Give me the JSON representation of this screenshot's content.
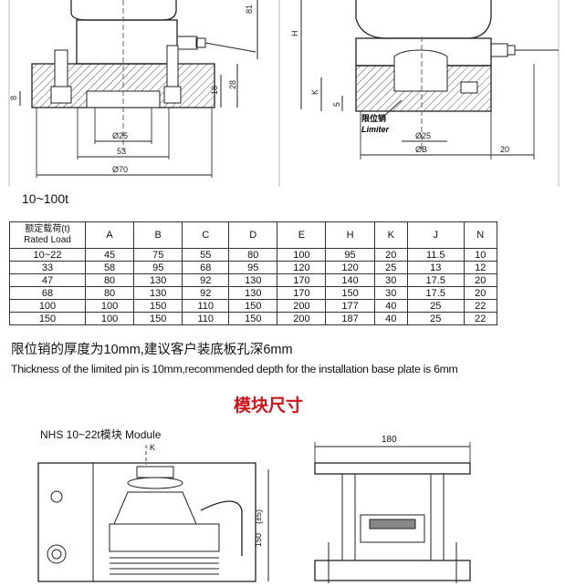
{
  "top_drawings": {
    "left": {
      "dims": {
        "d81": "81",
        "d28": "28",
        "d18": "18",
        "d8": "8",
        "o25": "Ø25",
        "d53": "53",
        "o70": "Ø70"
      }
    },
    "right": {
      "dims": {
        "h": "H",
        "k": "K",
        "d5": "5",
        "o25": "Ø25",
        "ob": "ØB",
        "d20": "20"
      },
      "limiter_cn": "限位销",
      "limiter_en": "Limiter"
    }
  },
  "range_title": "10~100t",
  "table": {
    "header_first_cn": "额定载荷(t)",
    "header_first_en": "Rated Load",
    "columns": [
      "A",
      "B",
      "C",
      "D",
      "E",
      "H",
      "K",
      "J",
      "N"
    ],
    "rows": [
      [
        "10~22",
        "45",
        "75",
        "55",
        "80",
        "100",
        "95",
        "20",
        "11.5",
        "10"
      ],
      [
        "33",
        "58",
        "95",
        "68",
        "95",
        "120",
        "120",
        "25",
        "13",
        "12"
      ],
      [
        "47",
        "80",
        "130",
        "92",
        "130",
        "170",
        "140",
        "30",
        "17.5",
        "20"
      ],
      [
        "68",
        "80",
        "130",
        "92",
        "130",
        "170",
        "150",
        "30",
        "17.5",
        "20"
      ],
      [
        "100",
        "100",
        "150",
        "110",
        "150",
        "200",
        "177",
        "40",
        "25",
        "22"
      ],
      [
        "150",
        "100",
        "150",
        "110",
        "150",
        "200",
        "187",
        "40",
        "25",
        "22"
      ]
    ]
  },
  "note_cn": "限位销的厚度为10mm,建议客户装底板孔深6mm",
  "note_en": "Thickness of the limited pin is 10mm,recommended depth for the installation base plate is 6mm",
  "section_title": "模块尺寸",
  "module": {
    "caption": "NHS 10~22t模块 Module",
    "k_label": "K",
    "d180": "180",
    "d150": "150",
    "d5": "(±5)"
  },
  "colors": {
    "title_red": "#d0141c",
    "hatch": "#555555"
  }
}
